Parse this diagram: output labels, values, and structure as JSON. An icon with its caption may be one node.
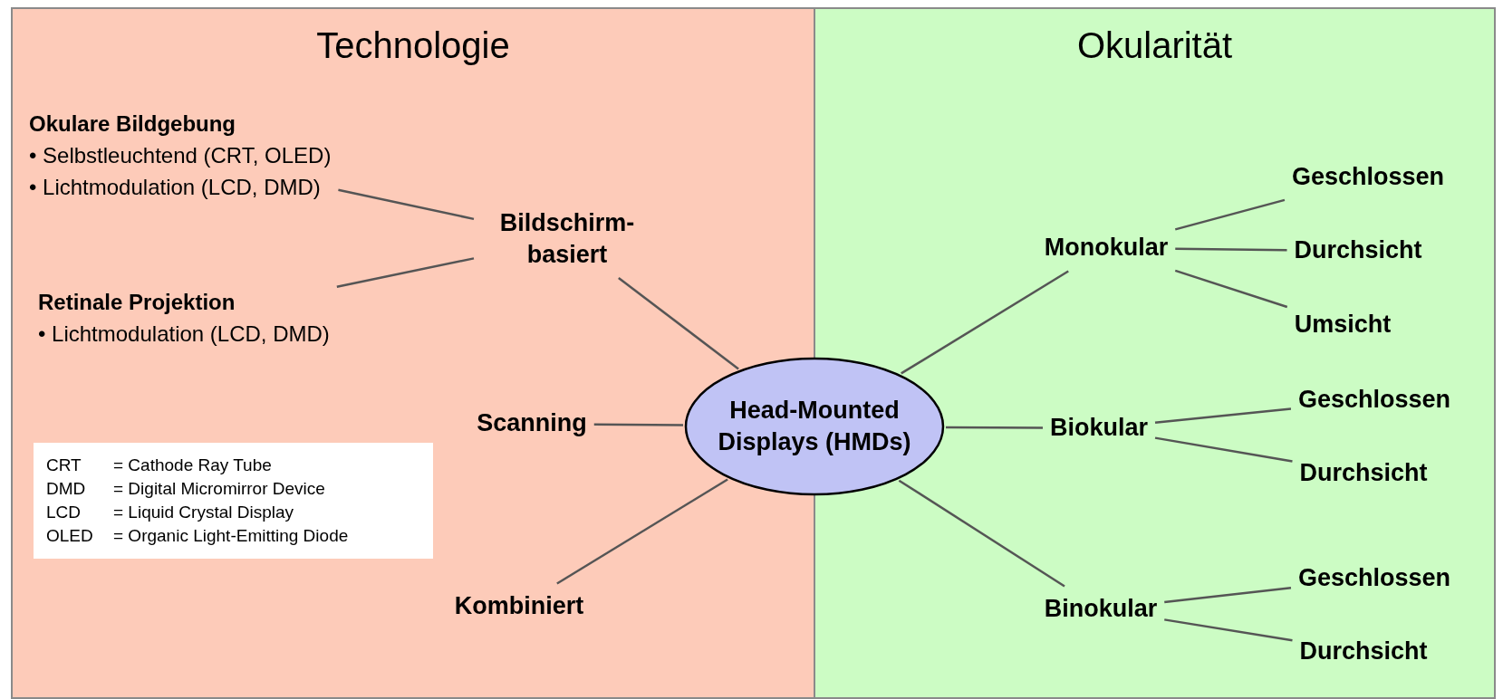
{
  "diagram": {
    "nodes": [
      {
        "text": [
          "Technologie"
        ]
      },
      {
        "text": [
          "Okularität"
        ]
      },
      {
        "text": [
          "Head-Mounted Displays (HMDs)"
        ]
      },
      {
        "text": [
          "Bildschirm- basiert"
        ],
        "in": 0
      },
      {
        "text": [
          "Okulare Bildgebung",
          "• Selbstleuchtend (CRT, OLED)",
          "• Lichtmodulation (LCD, DMD)"
        ],
        "in": 0
      },
      {
        "text": [
          "Retinale Projektion",
          "• Lichtmodulation (LCD, DMD)"
        ],
        "in": 0
      },
      {
        "text": [
          "Scanning"
        ],
        "in": 0
      },
      {
        "text": [
          "Kombiniert"
        ],
        "in": 0
      },
      {
        "text": [
          "Monokular"
        ],
        "in": 1
      },
      {
        "text": [
          "Geschlossen"
        ],
        "in": 1
      },
      {
        "text": [
          "Durchsicht"
        ],
        "in": 1
      },
      {
        "text": [
          "Umsicht"
        ],
        "in": 1
      },
      {
        "text": [
          "Biokular"
        ],
        "in": 1
      },
      {
        "text": [
          "Geschlossen"
        ],
        "in": 1
      },
      {
        "text": [
          "Durchsicht"
        ],
        "in": 1
      },
      {
        "text": [
          "Binokular"
        ],
        "in": 1
      },
      {
        "text": [
          "Geschlossen"
        ],
        "in": 1
      },
      {
        "text": [
          "Durchsicht"
        ],
        "in": 1
      }
    ],
    "edges": [
      {
        "from": 2,
        "to": 3,
        "arrow": "none"
      },
      {
        "from": 2,
        "to": 6,
        "arrow": "none"
      },
      {
        "from": 2,
        "to": 7,
        "arrow": "none"
      },
      {
        "from": 3,
        "to": 4,
        "arrow": "none"
      },
      {
        "from": 3,
        "to": 5,
        "arrow": "none"
      },
      {
        "from": 2,
        "to": 8,
        "arrow": "none"
      },
      {
        "from": 2,
        "to": 12,
        "arrow": "none"
      },
      {
        "from": 2,
        "to": 15,
        "arrow": "none"
      },
      {
        "from": 8,
        "to": 9,
        "arrow": "none"
      },
      {
        "from": 8,
        "to": 10,
        "arrow": "none"
      },
      {
        "from": 8,
        "to": 11,
        "arrow": "none"
      },
      {
        "from": 12,
        "to": 13,
        "arrow": "none"
      },
      {
        "from": 12,
        "to": 14,
        "arrow": "none"
      },
      {
        "from": 15,
        "to": 16,
        "arrow": "none"
      },
      {
        "from": 15,
        "to": 17,
        "arrow": "none"
      }
    ],
    "labels": [
      "CRT",
      "= Cathode Ray Tube",
      "DMD",
      "= Digital Micromirror Device",
      "LCD",
      "= Liquid Crystal Display",
      "OLED",
      "= Organic Light-Emitting Diode"
    ]
  }
}
